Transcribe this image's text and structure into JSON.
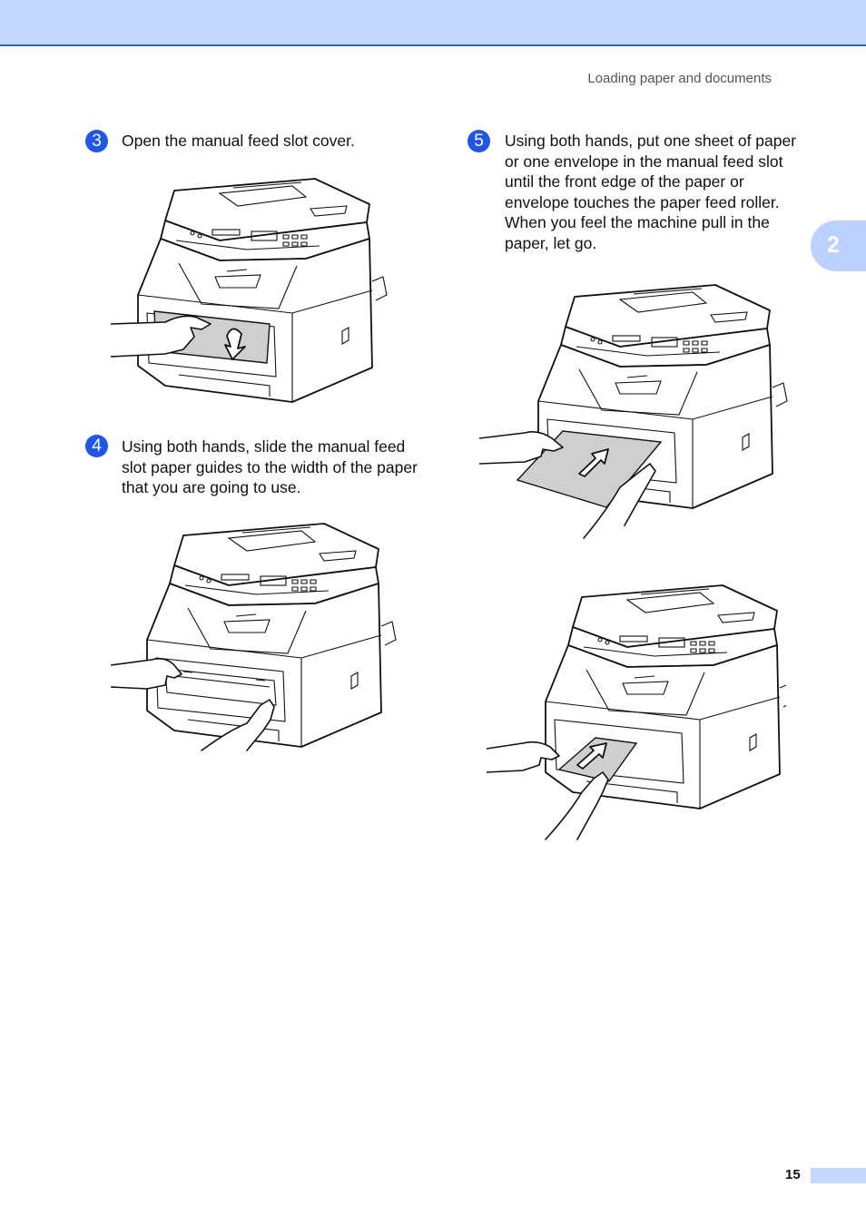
{
  "header": {
    "section_title": "Loading paper and documents"
  },
  "chapter_tab": {
    "label": "2"
  },
  "steps": [
    {
      "number": "3",
      "text": "Open the manual feed slot cover."
    },
    {
      "number": "4",
      "text": "Using both hands, slide the manual feed slot paper guides to the width of the paper that you are going to use."
    },
    {
      "number": "5",
      "text": "Using both hands, put one sheet of paper or one envelope in the manual feed slot until the front edge of the paper or envelope touches the paper feed roller. When you feel the machine pull in the paper, let go."
    }
  ],
  "footer": {
    "page_number": "15"
  }
}
